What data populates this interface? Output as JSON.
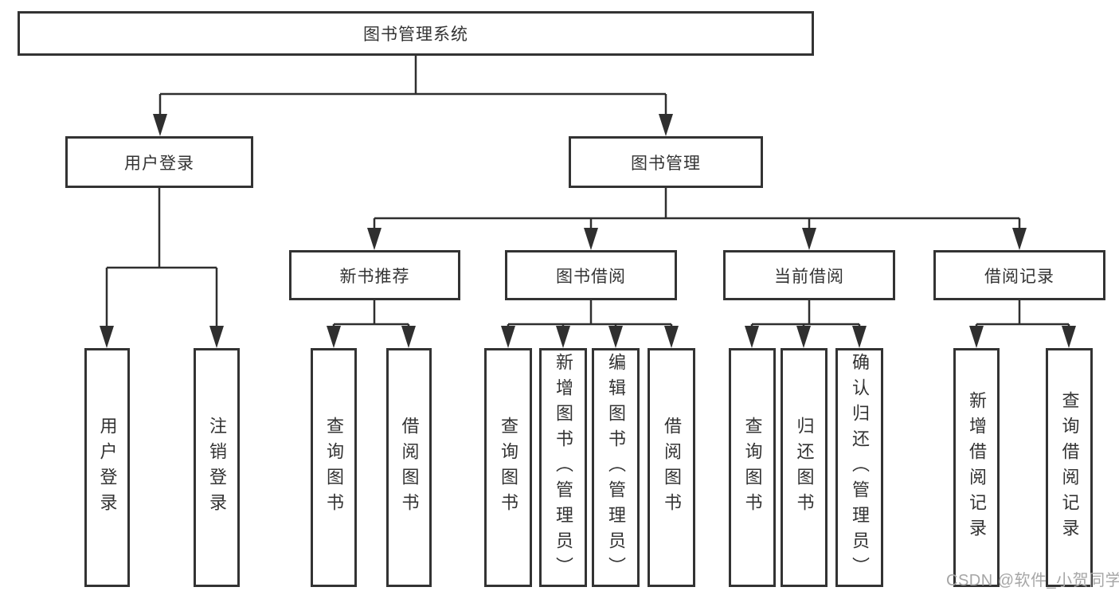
{
  "diagram": {
    "root": {
      "label": "图书管理系统"
    },
    "branches": [
      {
        "label": "用户登录",
        "children": [
          {
            "label": "用户登录"
          },
          {
            "label": "注销登录"
          }
        ]
      },
      {
        "label": "图书管理",
        "children": [
          {
            "label": "新书推荐",
            "children": [
              {
                "label": "查询图书"
              },
              {
                "label": "借阅图书"
              }
            ]
          },
          {
            "label": "图书借阅",
            "children": [
              {
                "label": "查询图书"
              },
              {
                "label": "新增图书（管理员）"
              },
              {
                "label": "编辑图书（管理员）"
              },
              {
                "label": "借阅图书"
              }
            ]
          },
          {
            "label": "当前借阅",
            "children": [
              {
                "label": "查询图书"
              },
              {
                "label": "归还图书"
              },
              {
                "label": "确认归还（管理员）"
              }
            ]
          },
          {
            "label": "借阅记录",
            "children": [
              {
                "label": "新增借阅记录"
              },
              {
                "label": "查询借阅记录"
              }
            ]
          }
        ]
      }
    ],
    "watermark": "CSDN @软件_小贺同学",
    "colors": {
      "line": "#2f2f2f",
      "box_border": "#333333",
      "box_fill": "#ffffff",
      "text": "#333333",
      "watermark": "#a6a6a6"
    }
  }
}
